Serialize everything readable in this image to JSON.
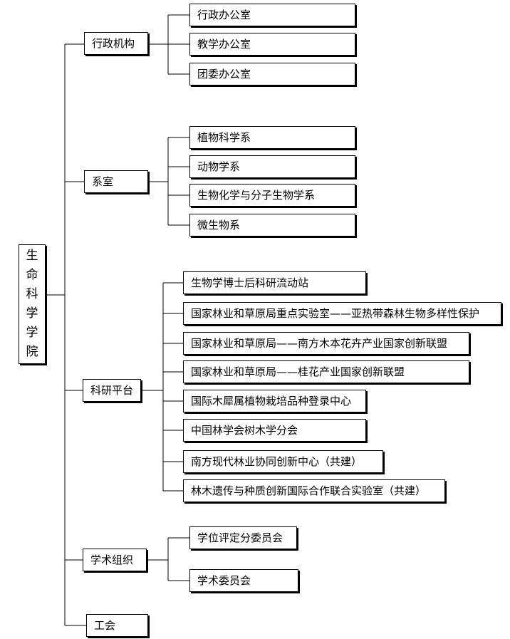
{
  "root": {
    "label": "生命科学学院"
  },
  "departments": [
    {
      "label": "行政机构",
      "children": [
        "行政办公室",
        "教学办公室",
        "团委办公室"
      ]
    },
    {
      "label": "系室",
      "children": [
        "植物科学系",
        "动物学系",
        "生物化学与分子生物学系",
        "微生物系"
      ]
    },
    {
      "label": "科研平台",
      "children": [
        "生物学博士后科研流动站",
        "国家林业和草原局重点实验室——亚热带森林生物多样性保护",
        "国家林业和草原局——南方木本花卉产业国家创新联盟",
        "国家林业和草原局——桂花产业国家创新联盟",
        "国际木犀属植物栽培品种登录中心",
        "中国林学会树木学分会",
        "南方现代林业协同创新中心（共建）",
        "林木遗传与种质创新国际合作联合实验室（共建）"
      ]
    },
    {
      "label": "学术组织",
      "children": [
        "学位评定分委员会",
        "学术委员会"
      ]
    },
    {
      "label": "工会",
      "children": []
    }
  ]
}
